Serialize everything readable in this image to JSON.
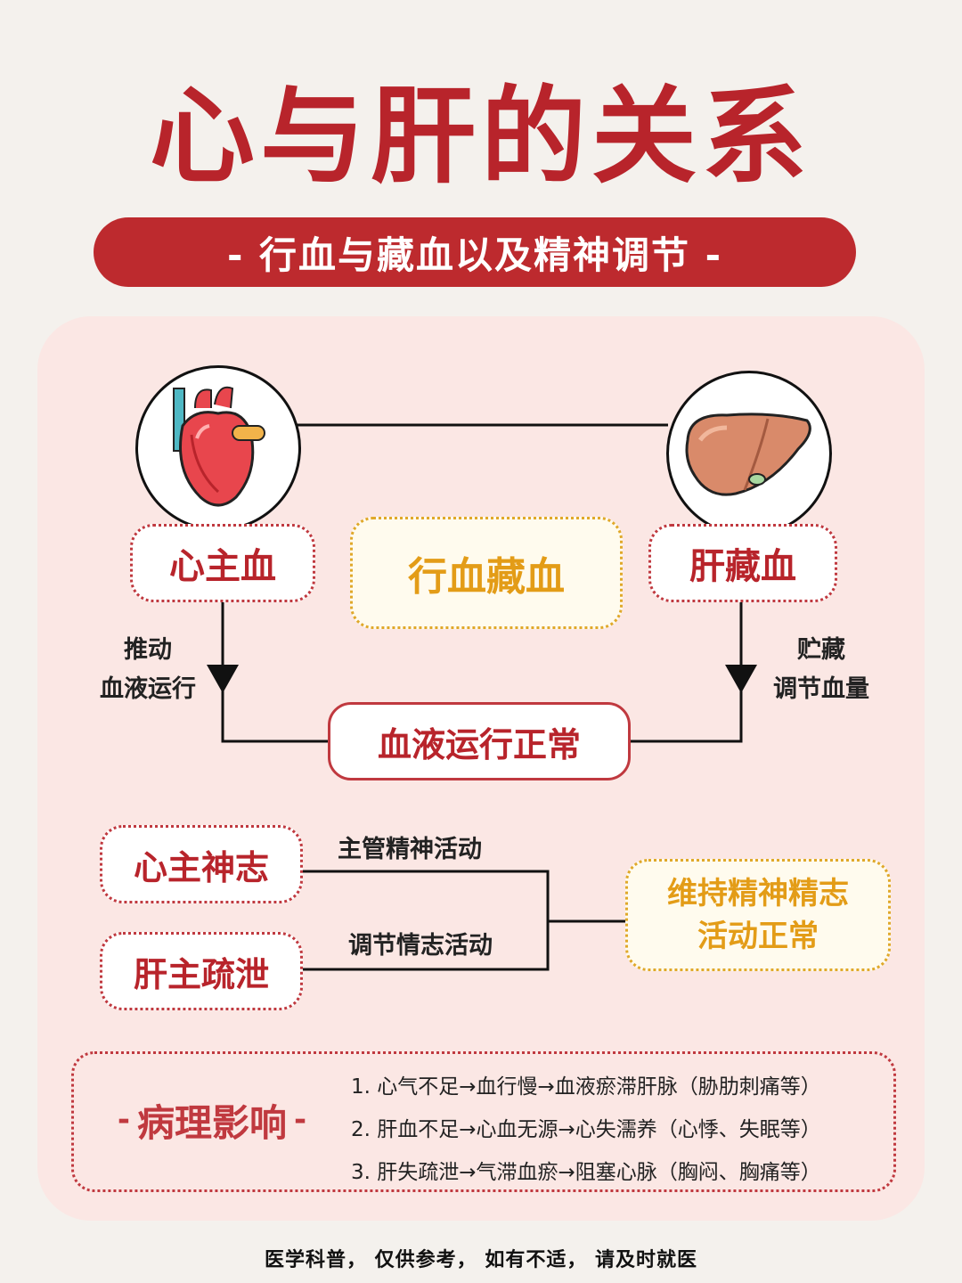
{
  "title": "心与肝的关系",
  "subtitle": "- 行血与藏血以及精神调节 -",
  "blood": {
    "heart_label": "心主血",
    "liver_label": "肝藏血",
    "center_label": "行血藏血",
    "left_action": [
      "推动",
      "血液运行"
    ],
    "right_action": [
      "贮藏",
      "调节血量"
    ],
    "result": "血液运行正常"
  },
  "spirit": {
    "heart_label": "心主神志",
    "liver_label": "肝主疏泄",
    "heart_action": "主管精神活动",
    "liver_action": "调节情志活动",
    "result_line1": "维持精神精志",
    "result_line2": "活动正常"
  },
  "pathology": {
    "title": "病理影响",
    "items": [
      "1. 心气不足→血行慢→血液瘀滞肝脉（胁肋刺痛等）",
      "2. 肝血不足→心血无源→心失濡养（心悸、失眠等）",
      "3. 肝失疏泄→气滞血瘀→阻塞心脉（胸闷、胸痛等）"
    ]
  },
  "footer": "医学科普， 仅供参考， 如有不适， 请及时就医",
  "colors": {
    "primary": "#bd2a2e",
    "gold": "#e39c17",
    "panel": "#fbe7e4"
  },
  "icons": [
    "heart-icon",
    "liver-icon"
  ]
}
